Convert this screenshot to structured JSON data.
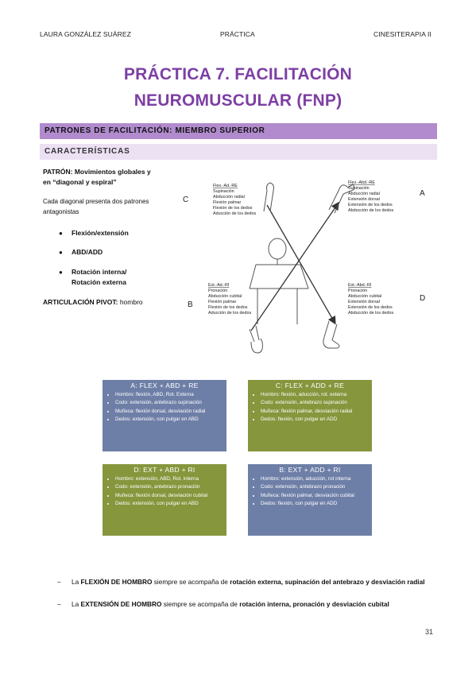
{
  "header": {
    "author": "LAURA GONZÁLEZ SUÁREZ",
    "section": "PRÁCTICA",
    "course": "CINESITERAPIA II"
  },
  "title": {
    "line1": "PRÁCTICA 7. FACILITACIÓN",
    "line2": "NEUROMUSCULAR (FNP)"
  },
  "section_bar": "PATRONES DE FACILITACIÓN: MIEMBRO SUPERIOR",
  "subsection_bar": "CARACTERÍSTICAS",
  "left": {
    "patron_label": "PATRÓN:",
    "patron_text": " Movimientos globales y",
    "patron_text2": "en “diagonal y espiral”",
    "diag_line1": "Cada diagonal presenta dos patrones",
    "diag_line2": "antagonistas",
    "bullets": [
      "Flexión/extensión",
      "ABD/ADD",
      "Rotación interna/",
      "Rotación externa"
    ],
    "pivot_label": "ARTICULACIÓN PIVOT:",
    "pivot_value": " hombro"
  },
  "diagram": {
    "letter_c": "C",
    "letter_a": "A",
    "letter_b": "B",
    "letter_d": "D",
    "c_labels": [
      "Flex.-Ad.-RE",
      "Supinación",
      "Abducción radial",
      "Flexión palmar",
      "Flexión de los dedos",
      "Aducción de los dedos"
    ],
    "a_labels": [
      "Flex.-Abd.-RE",
      "Supinación",
      "Abducción radial",
      "Extensión dorsal",
      "Extensión de los dedos",
      "Abducción de los dedos"
    ],
    "b_labels": [
      "Ext.-Ad.-RI",
      "Pronación",
      "Abducción cubital",
      "Flexión palmar",
      "Flexión de los dedos",
      "Aducción de los dedos"
    ],
    "d_labels": [
      "Ext.-Abd.-RI",
      "Pronación",
      "Abducción cubital",
      "Extensión dorsal",
      "Extensión de los dedos",
      "Abducción de los dedos"
    ]
  },
  "boxes": {
    "a": {
      "title": "A: FLEX + ABD + RE",
      "items": [
        "Hombro: flexión, ABD, Rot. Externa",
        "Codo: extensión, antebrazo supinación",
        "Muñeca: flexión dorsal, desviación radial",
        "Dedos: extensión, con pulgar en ABD"
      ]
    },
    "c": {
      "title": "C: FLEX + ADD + RE",
      "items": [
        "Hombro: flexión, aducción, rot. externa",
        "Codo: extensión, antebrazo supinación",
        "Muñeca: flexión palmar, desviación radial",
        "Dedos: flexión, con pulgar en ADD"
      ]
    },
    "d": {
      "title": "D: EXT + ABD + RI",
      "items": [
        "Hombro: extensión, ABD, Rot. interna",
        "Codo: extensión, antebrazo pronación",
        "Muñeca: flexión dorsal, desviación cubital",
        "Dedos: extensión, con pulgar en ABD"
      ]
    },
    "b": {
      "title": "B: EXT + ADD + RI",
      "items": [
        "Hombro: extensión, aducción, rot interna",
        "Codo: extensión, antebrazo pronación",
        "Muñeca: flexión palmar, desviación cubital",
        "Dedos: flexión, con pulgar en ADD"
      ]
    }
  },
  "notes": {
    "n1_pre": "La ",
    "n1_bold": "FLEXIÓN DE HOMBRO",
    "n1_mid": " siempre se acompaña de ",
    "n1_rest": "rotación externa, supinación del antebrazo y desviación radial",
    "n2_pre": "La ",
    "n2_bold": "EXTENSIÓN DE HOMBRO",
    "n2_mid": " siempre se acompaña de ",
    "n2_rest": "rotación interna, pronación y desviación cubital",
    "dash": "–"
  },
  "page_number": "31",
  "colors": {
    "title": "#7d3fa4",
    "section_bar": "#b18bcd",
    "subsection_bar": "#ece0f3",
    "box_blue": "#6e7fa7",
    "box_green": "#86963d"
  }
}
